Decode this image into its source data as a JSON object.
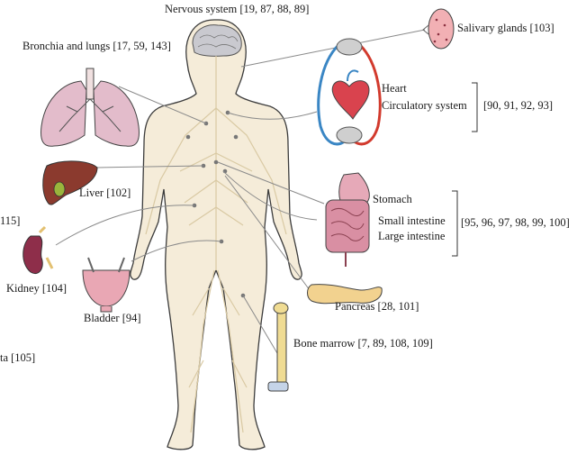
{
  "labels": {
    "nervous": "Nervous system [19, 87, 88, 89]",
    "salivary": "Salivary glands [103]",
    "bronchia": "Bronchia and lungs [17, 59, 143]",
    "heart": "Heart",
    "circulatory": "Circulatory system",
    "circ_refs": "[90, 91, 92, 93]",
    "liver": "Liver [102]",
    "stomach": "Stomach",
    "small_intestine": "Small intestine",
    "large_intestine": "Large intestine",
    "gi_refs": "[95, 96, 97, 98, 99, 100]",
    "cut_left_top": "115]",
    "kidney": "Kidney [104]",
    "bladder": "Bladder [94]",
    "pancreas": "Pancreas [28, 101]",
    "bone_marrow": "Bone marrow [7, 89, 108, 109]",
    "cut_left_bottom": "ta [105]"
  },
  "colors": {
    "skin": "#f5ecd9",
    "outline": "#3c3c3c",
    "nerve": "#d9c9a3",
    "lung": "#e3bccb",
    "liver": "#8b3a2e",
    "gall": "#9ab43c",
    "stomach": "#e6a9b8",
    "intestine": "#d98fa3",
    "pancreas": "#f2d28f",
    "kidney": "#8e2e4a",
    "bladder": "#e9a7b4",
    "bone": "#f0dc93",
    "artery": "#d23a2d",
    "vein": "#3a86c4",
    "salivary": "#f2b0b4",
    "brain": "#c9c9cf"
  }
}
